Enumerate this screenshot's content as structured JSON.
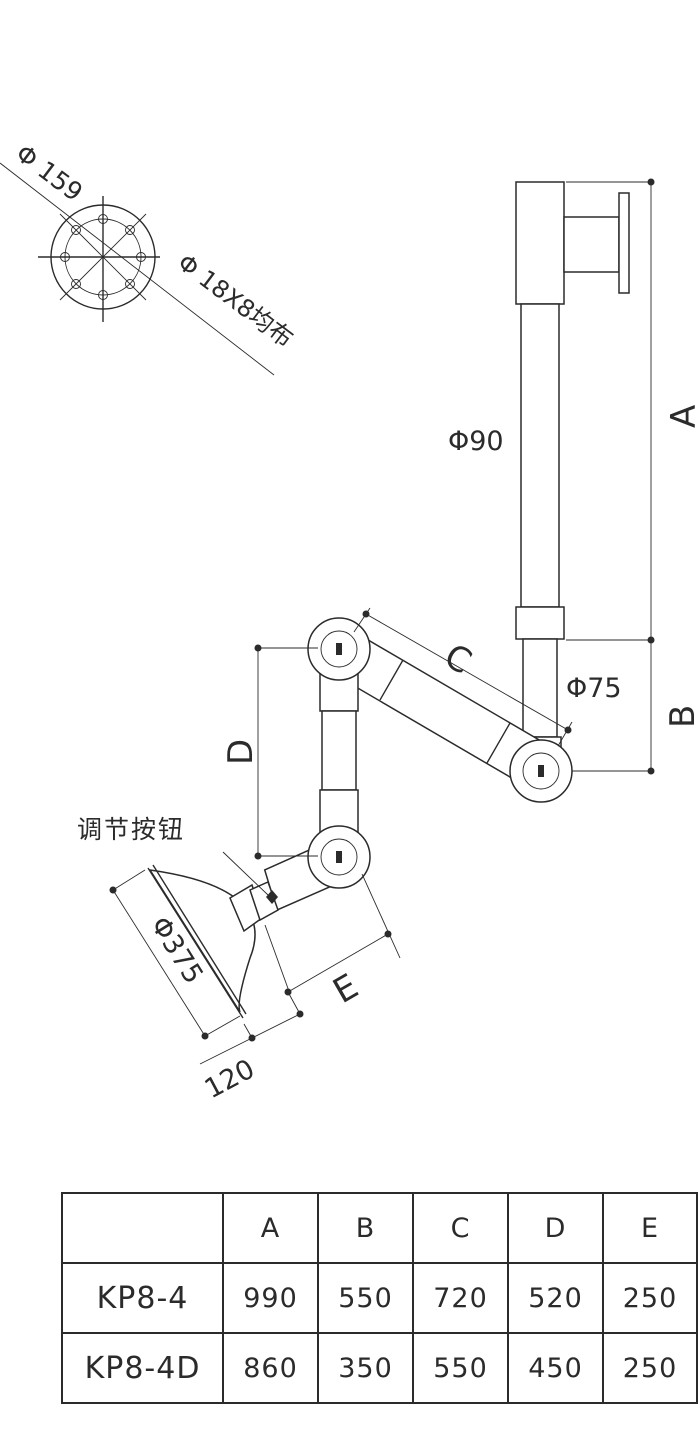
{
  "flange": {
    "outer_diameter_label": "Φ 159",
    "hole_label": "Φ 18X8均布"
  },
  "arm": {
    "top_tube_label": "Φ90",
    "lower_tube_label": "Φ75",
    "dim_a": "A",
    "dim_b": "B",
    "dim_c": "C",
    "dim_d": "D",
    "dim_e": "E",
    "knob_label": "调节按钮",
    "hood_label": "Φ375",
    "hood_depth_label": "120"
  },
  "table": {
    "headers": [
      "",
      "A",
      "B",
      "C",
      "D",
      "E"
    ],
    "rows": [
      {
        "model": "KP8-4",
        "values": [
          "990",
          "550",
          "720",
          "520",
          "250"
        ]
      },
      {
        "model": "KP8-4D",
        "values": [
          "860",
          "350",
          "550",
          "450",
          "250"
        ]
      }
    ]
  }
}
